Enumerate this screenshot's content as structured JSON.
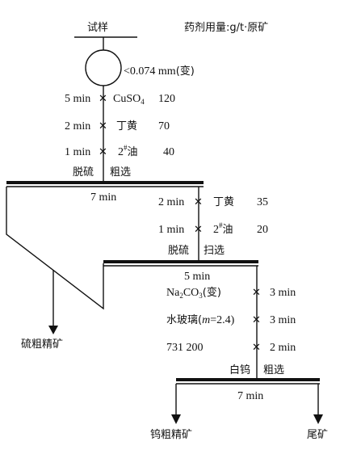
{
  "sample": "试样",
  "reagent_note": "药剂用量:g/t·原矿",
  "grinding": {
    "prefix": "<",
    "size": "0.074 mm",
    "suffix": "(变)"
  },
  "rougher_desulf": {
    "reagents": [
      {
        "time": "5 min",
        "name_main": "CuSO",
        "name_sub": "4",
        "dose": "120"
      },
      {
        "time": "2 min",
        "name": "丁黄",
        "dose": "70"
      },
      {
        "time": "1 min",
        "name_pre": "2",
        "name_sup": "#",
        "name_post": "油",
        "dose": "40"
      }
    ],
    "label_a": "脱硫",
    "label_b": "粗选",
    "float_time": "7 min"
  },
  "scavenger_desulf": {
    "reagents": [
      {
        "time": "2 min",
        "name": "丁黄",
        "dose": "35"
      },
      {
        "time": "1 min",
        "name_pre": "2",
        "name_sup": "#",
        "name_post": "油",
        "dose": "20"
      }
    ],
    "label_a": "脱硫",
    "label_b": "扫选",
    "float_time": "5 min"
  },
  "tungsten_rougher": {
    "reagents": [
      {
        "name_a": "Na",
        "sub_a": "2",
        "name_b": "CO",
        "sub_b": "3",
        "name_c": "(变)",
        "time": "3 min"
      },
      {
        "name_a": "水玻璃(",
        "m": "m",
        "name_b": "=2.4)",
        "time": "3 min"
      },
      {
        "name": "731 200",
        "time": "2 min"
      }
    ],
    "label_a": "白钨",
    "label_b": "粗选",
    "float_time": "7 min"
  },
  "products": {
    "sulfide_concentrate": "硫粗精矿",
    "tungsten_concentrate": "钨粗精矿",
    "tailings": "尾矿"
  }
}
